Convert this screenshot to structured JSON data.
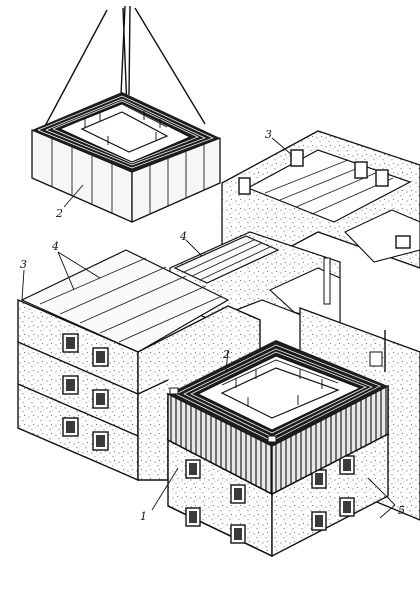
{
  "labels": {
    "one": "1",
    "two_top": "2",
    "two_mid": "2",
    "three_right": "3",
    "three_left": "3",
    "four_left": "4",
    "four_mid": "4",
    "five": "5"
  },
  "colors": {
    "ink": "#111111",
    "paper": "#ffffff"
  }
}
